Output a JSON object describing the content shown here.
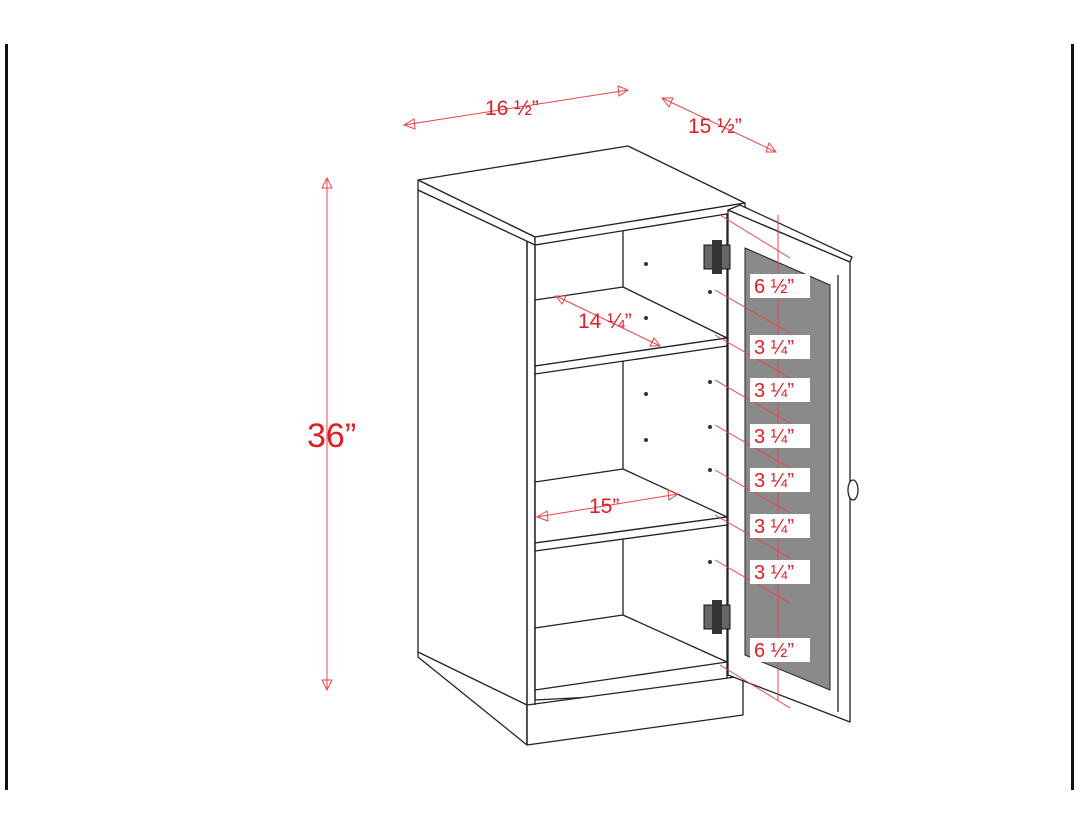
{
  "dimensions": {
    "width": "16 ½”",
    "depth": "15 ½”",
    "height": "36”",
    "shelf_depth": "14 ¼”",
    "interior_width": "15”",
    "door_spacings": [
      "6 ½”",
      "3 ¼”",
      "3 ¼”",
      "3 ¼”",
      "3 ¼”",
      "3 ¼”",
      "3 ¼”",
      "6 ½”"
    ]
  },
  "colors": {
    "dimension": "#e01e25",
    "glass": "#8a8a8a",
    "outline": "#222222"
  }
}
